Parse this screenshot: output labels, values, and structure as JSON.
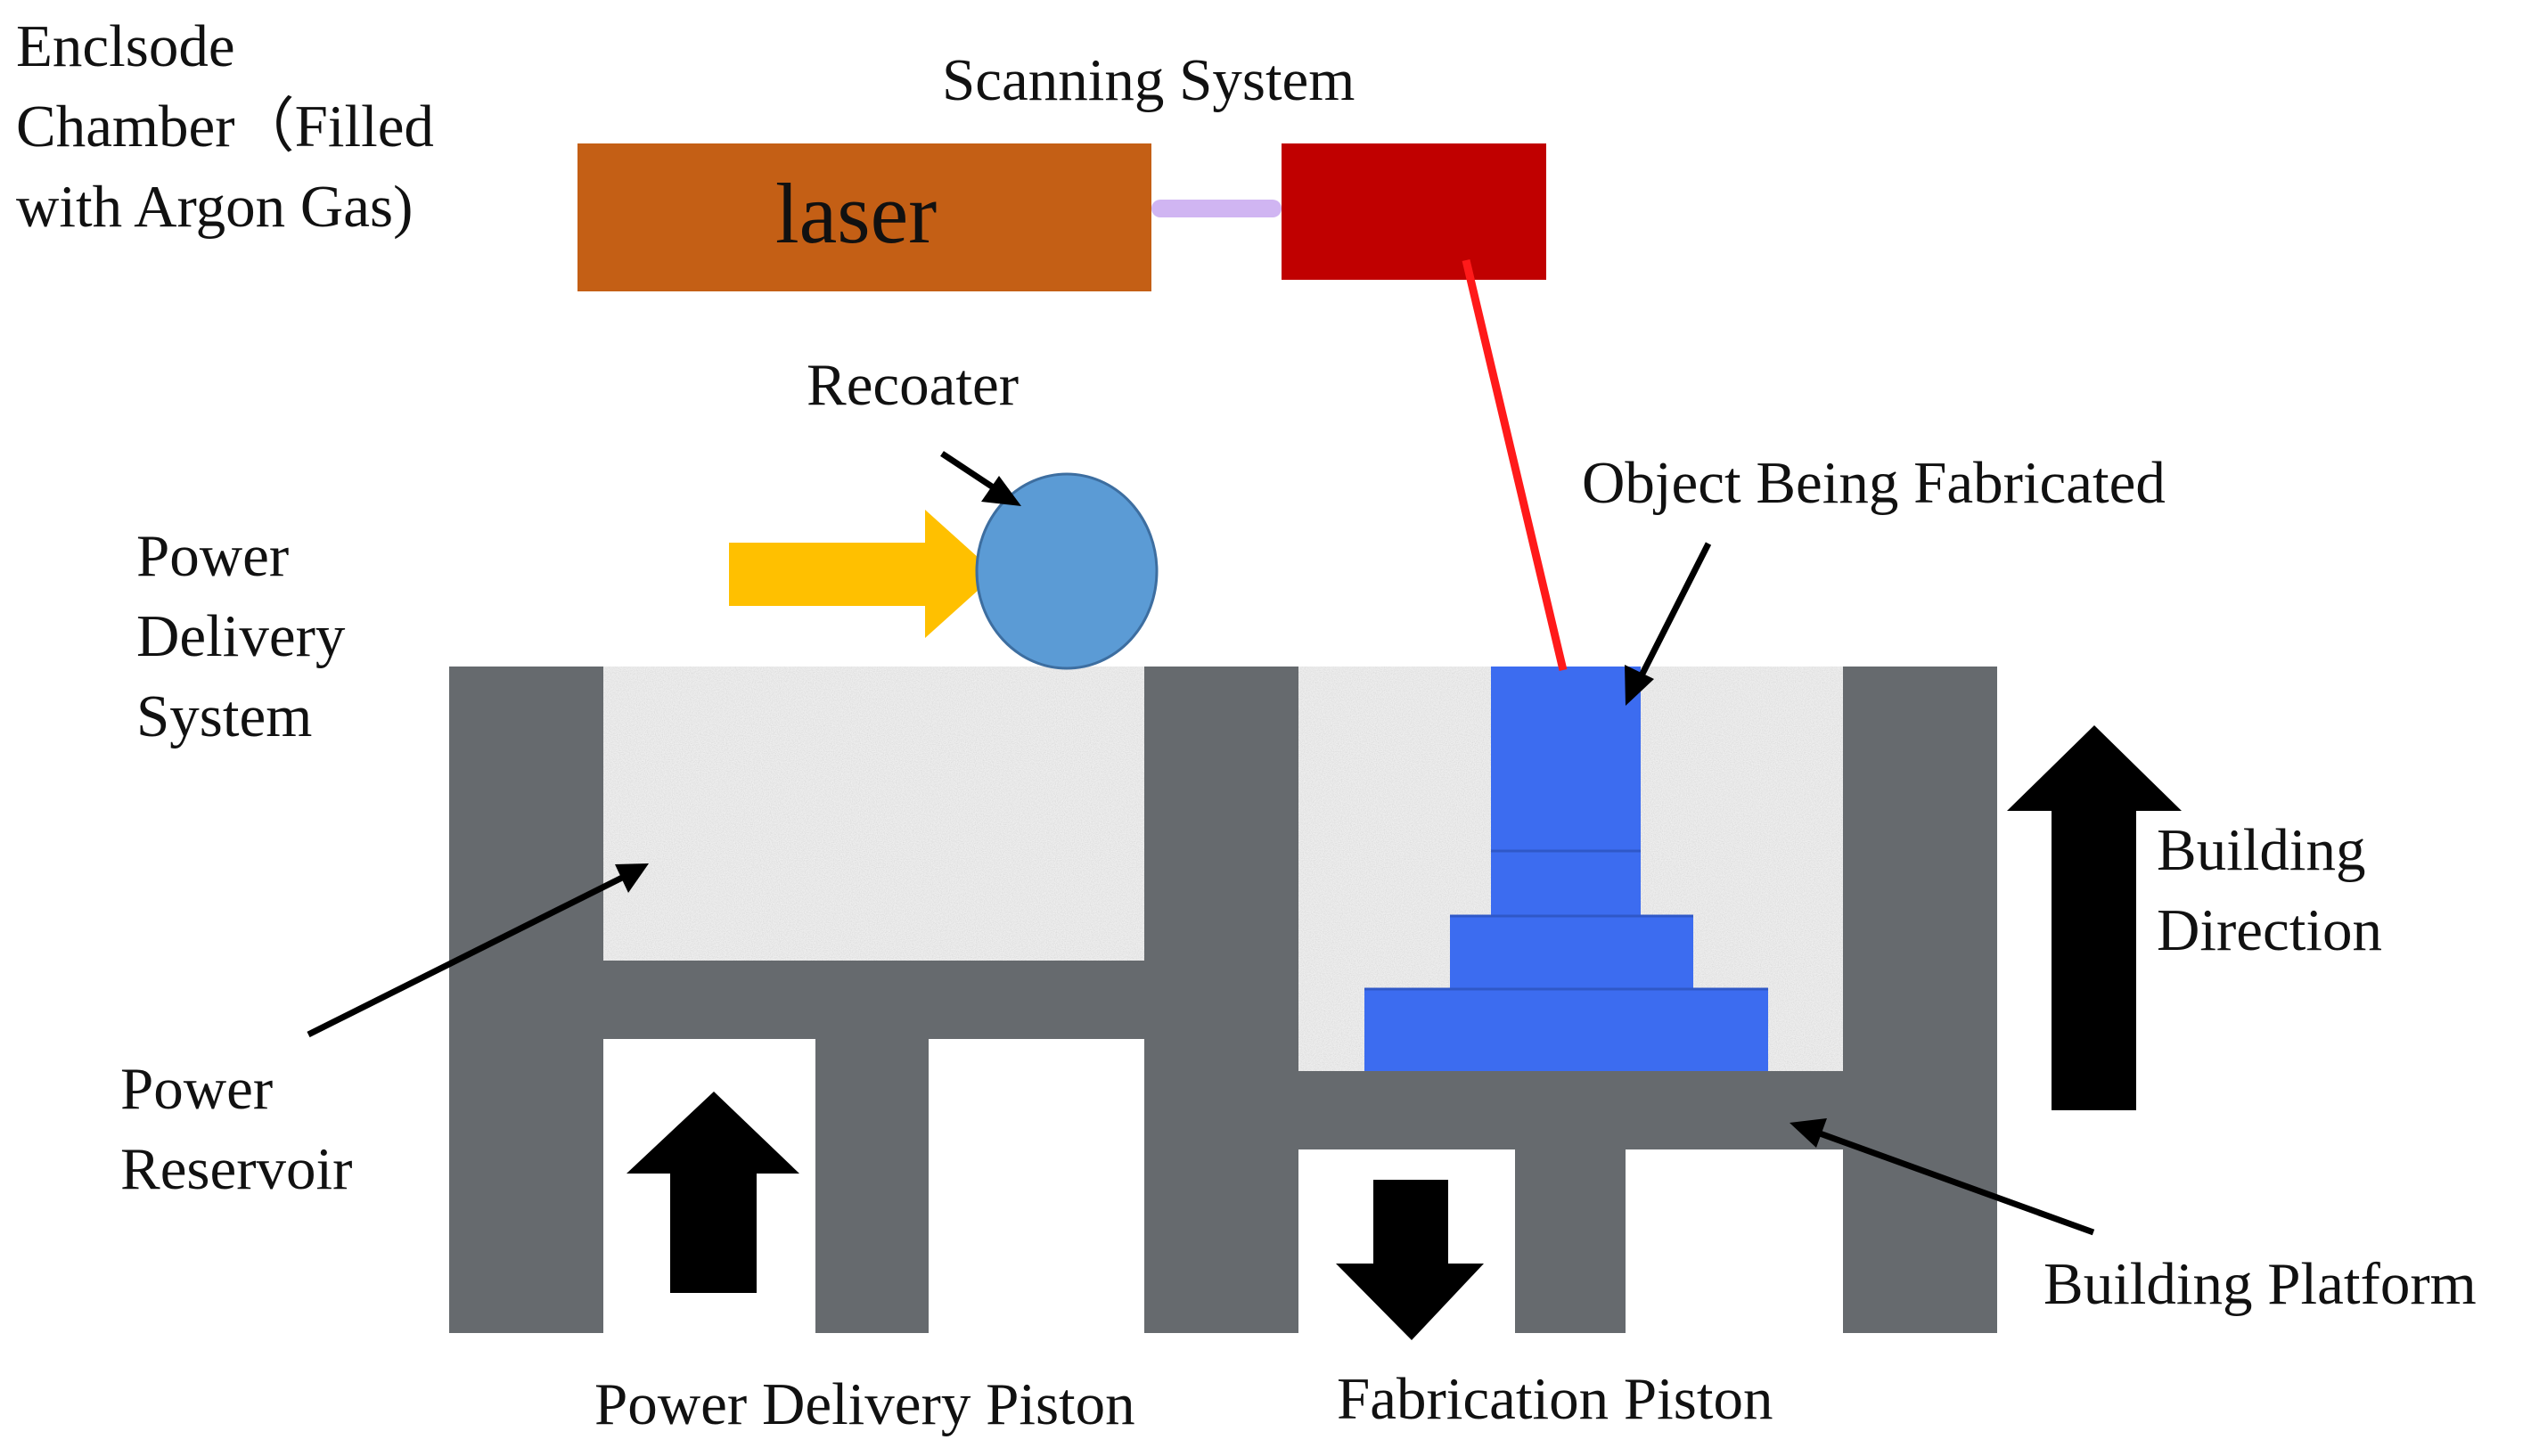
{
  "labels": {
    "enclosed_chamber": "Enclsode\nChamber（Filled\nwith Argon Gas)",
    "scanning_system": "Scanning System",
    "laser": "laser",
    "recoater": "Recoater",
    "object": "Object Being Fabricated",
    "power_delivery_system": "Power\nDelivery\nSystem",
    "building_direction": "Building\nDirection",
    "power_reservoir": "Power\nReservoir",
    "building_platform": "Building Platform",
    "power_delivery_piston": "Power Delivery Piston",
    "fabrication_piston": "Fabrication Piston"
  },
  "colors": {
    "laser_box": "#c45f15",
    "scanner_box": "#c00000",
    "laser_beam": "#ff1a1a",
    "beam_link": "#c8a8f0",
    "recoater": "#5b9bd5",
    "push_arrow": "#ffc000",
    "object": "#3c6cf0",
    "walls": "#666a6e",
    "powder": "#eeeeee",
    "arrows": "#000000"
  }
}
